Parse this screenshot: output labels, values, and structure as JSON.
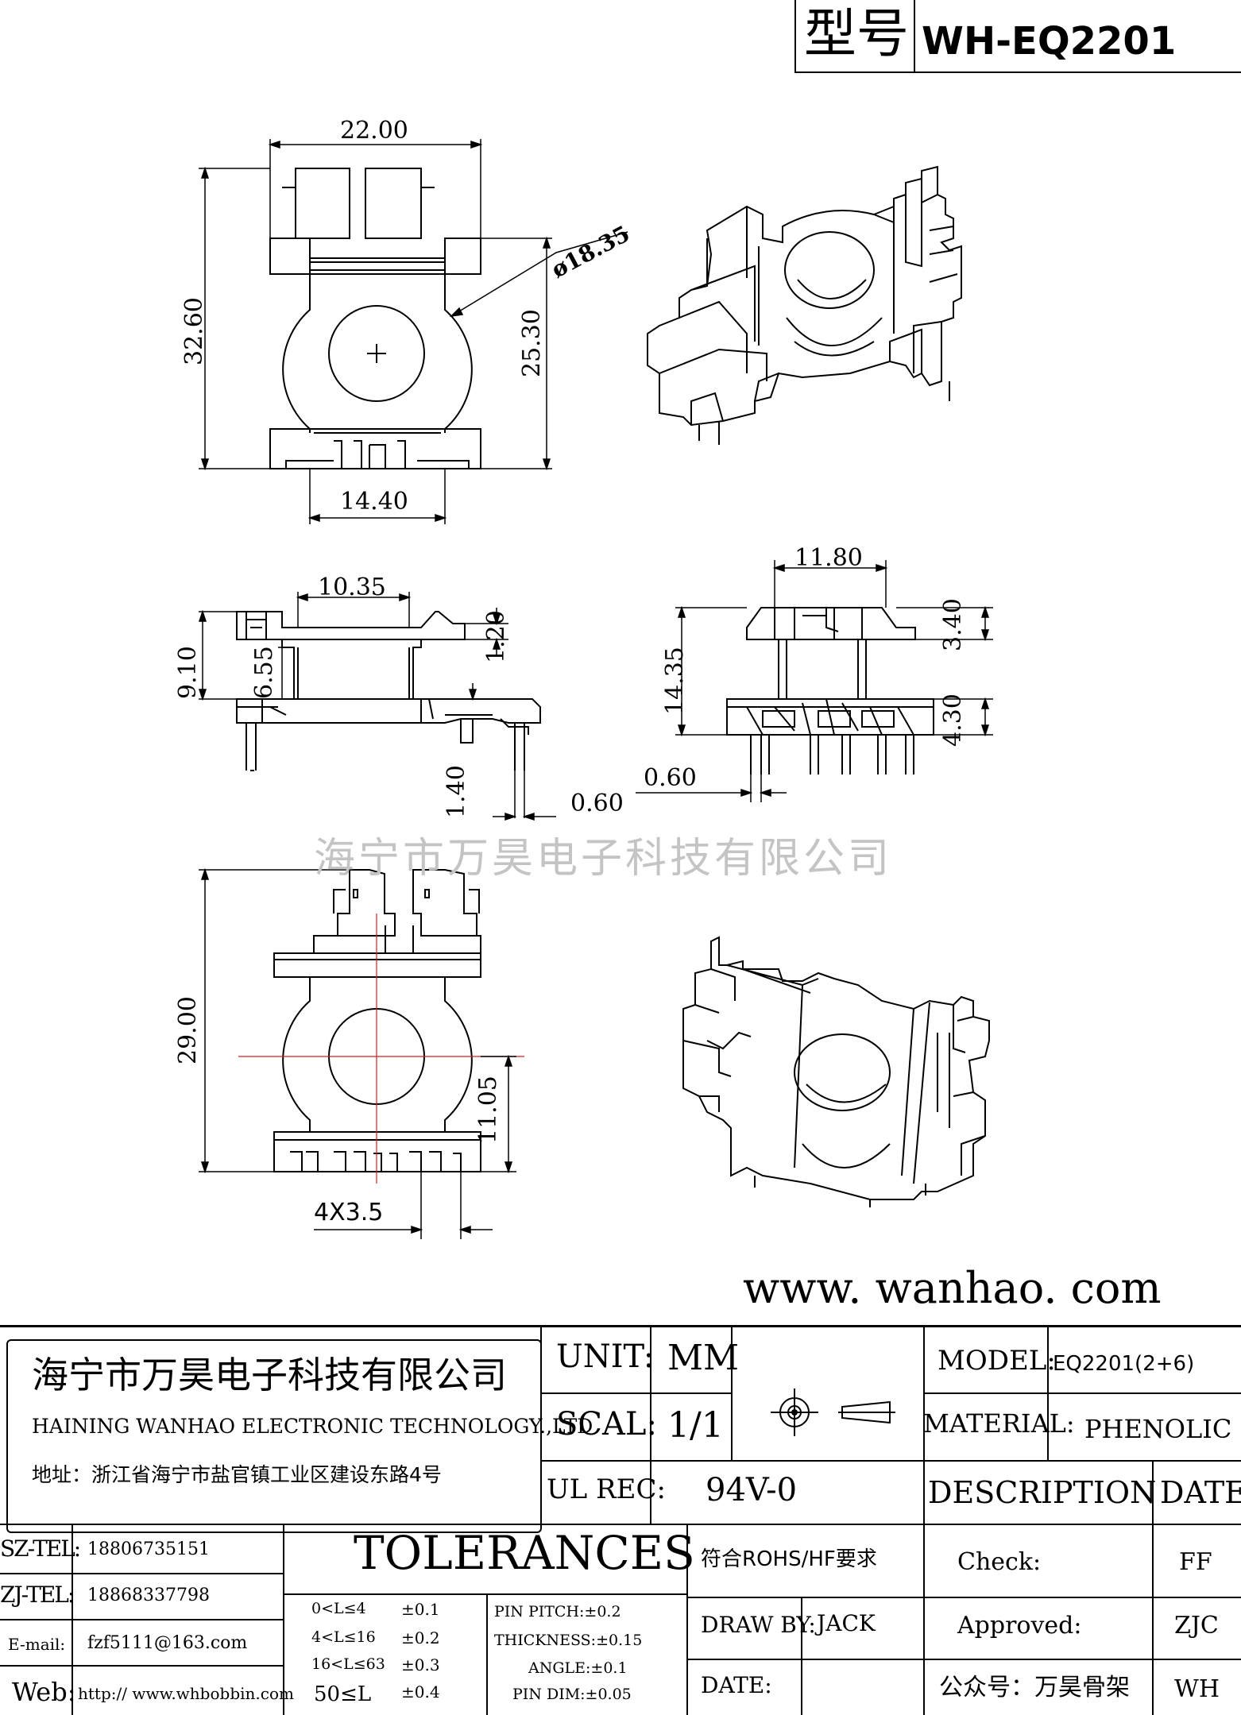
{
  "header": {
    "model_cn": "型号",
    "model_code": "WH-EQ2201"
  },
  "views": {
    "front_top": {
      "width": "22.00",
      "diameter": "ø18.35",
      "height": "32.60",
      "height2": "25.30",
      "bottom": "14.40"
    },
    "side_left": {
      "top": "10.35",
      "h1": "9.10",
      "h2": "6.55",
      "h3": "1.20",
      "h4": "1.40",
      "h5": "0.60"
    },
    "side_right": {
      "top": "11.80",
      "h1": "14.35",
      "h2": "3.40",
      "h3": "4.30",
      "h4": "0.60"
    },
    "front_bottom": {
      "height": "29.00",
      "h2": "11.05",
      "pin": "4X3.5"
    }
  },
  "watermark": "海宁市万昊电子科技有限公司",
  "website": "www. wanhao. com",
  "title_block": {
    "company_cn": "海宁市万昊电子科技有限公司",
    "company_en": "HAINING WANHAO ELECTRONIC TECHNOLOGY.,LTD",
    "address": "地址：浙江省海宁市盐官镇工业区建设东路4号",
    "unit_label": "UNIT:",
    "unit_value": "MM",
    "scale_label": "SCAL:",
    "scale_value": "1/1",
    "ul_label": "UL REC:",
    "ul_value": "94V-0",
    "model_label": "MODEL:",
    "model_value": "EQ2201(2+6)",
    "material_label": "MATERIAL:",
    "material_value": "PHENOLIC",
    "description_label": "DESCRIPTION",
    "date_label": "DATE",
    "sz_tel_label": "SZ-TEL:",
    "sz_tel_value": "18806735151",
    "zj_tel_label": "ZJ-TEL:",
    "zj_tel_value": "18868337798",
    "email_label": "E-mail:",
    "email_value": "fzf5111@163.com",
    "web_label": "Web:",
    "web_value": "http:// www.whbobbin.com",
    "tolerances_title": "TOLERANCES",
    "tolerances": [
      {
        "range": "0<L≤4",
        "tol": "±0.1"
      },
      {
        "range": "4<L≤16",
        "tol": "±0.2"
      },
      {
        "range": "16<L≤63",
        "tol": "±0.3"
      },
      {
        "range": "50≤L",
        "tol": "±0.4"
      }
    ],
    "pin_specs": [
      "PIN PITCH:±0.2",
      "THICKNESS:±0.15",
      "ANGLE:±0.1",
      "PIN DIM:±0.05"
    ],
    "rohs": "符合ROHS/HF要求",
    "draw_by_label": "DRAW BY:",
    "draw_by_value": "JACK",
    "date_row_label": "DATE:",
    "check_label": "Check:",
    "check_value": "FF",
    "approved_label": "Approved:",
    "approved_value": "ZJC",
    "wechat_label": "公众号：万昊骨架",
    "wechat_value": "WH"
  }
}
